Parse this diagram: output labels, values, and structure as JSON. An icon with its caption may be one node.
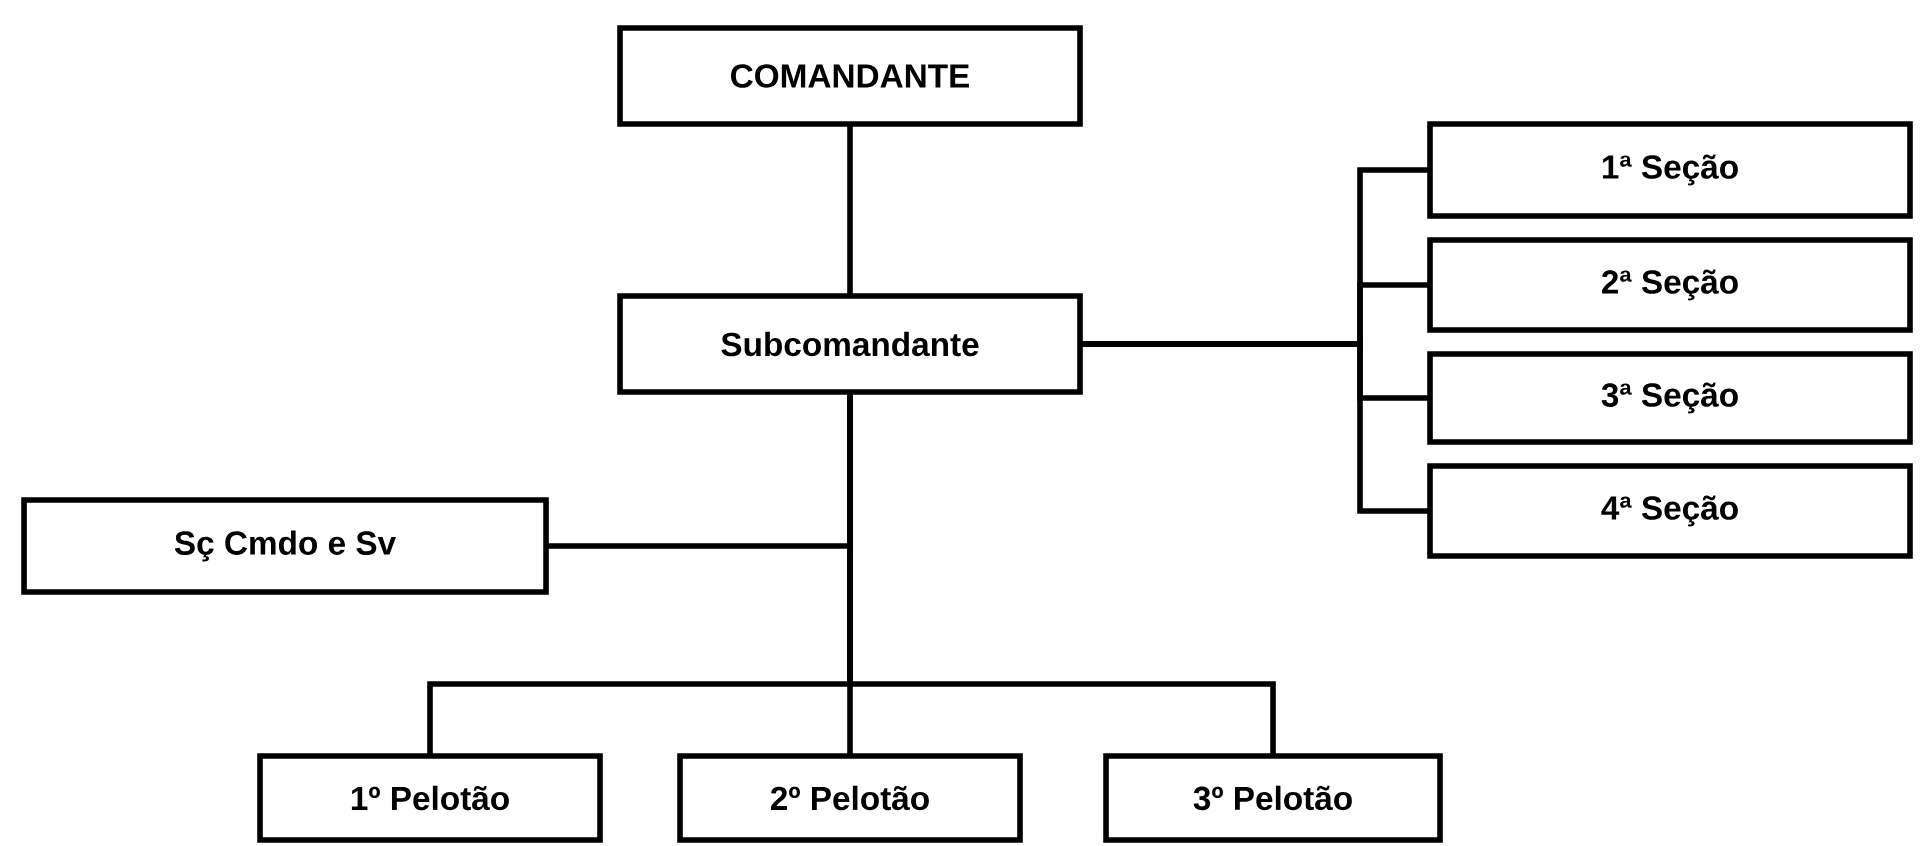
{
  "diagram": {
    "nodes": [
      {
        "text": [
          "COMANDANTE"
        ]
      },
      {
        "text": [
          "Subcomandante"
        ]
      },
      {
        "text": [
          "1ª  Seção"
        ]
      },
      {
        "text": [
          "2ª  Seção"
        ]
      },
      {
        "text": [
          "3ª  Seção"
        ]
      },
      {
        "text": [
          "4ª  Seção"
        ]
      },
      {
        "text": [
          "Sç Cmdo e Sv"
        ]
      },
      {
        "text": [
          "1º Pelotão"
        ]
      },
      {
        "text": [
          "2º Pelotão"
        ]
      },
      {
        "text": [
          "3º Pelotão"
        ]
      }
    ],
    "edges": [
      {
        "from": 0,
        "to": 1,
        "arrow": "none"
      },
      {
        "from": 1,
        "to": 2,
        "arrow": "none"
      },
      {
        "from": 1,
        "to": 3,
        "arrow": "none"
      },
      {
        "from": 1,
        "to": 4,
        "arrow": "none"
      },
      {
        "from": 1,
        "to": 5,
        "arrow": "none"
      },
      {
        "from": 1,
        "to": 6,
        "arrow": "none"
      },
      {
        "from": 1,
        "to": 7,
        "arrow": "none"
      },
      {
        "from": 1,
        "to": 8,
        "arrow": "none"
      },
      {
        "from": 1,
        "to": 9,
        "arrow": "none"
      }
    ]
  }
}
